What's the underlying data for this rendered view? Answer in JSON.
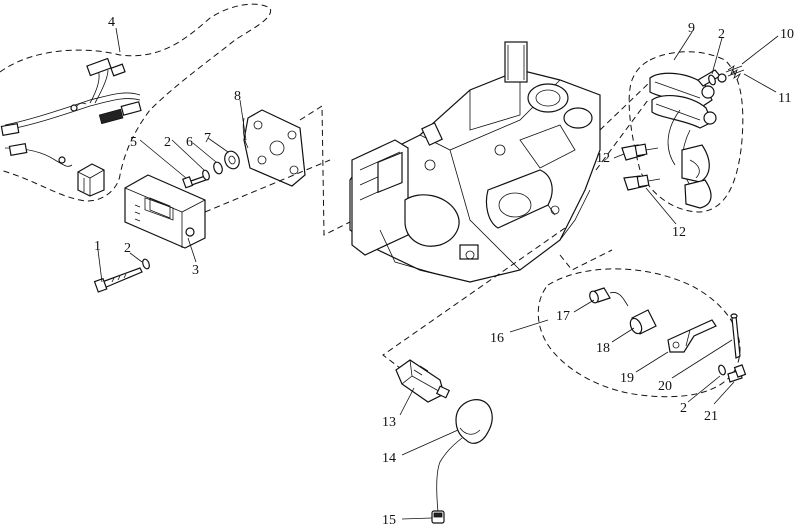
{
  "diagram": {
    "callouts": [
      {
        "id": "c1",
        "label": "1"
      },
      {
        "id": "c2a",
        "label": "2"
      },
      {
        "id": "c3",
        "label": "3"
      },
      {
        "id": "c4",
        "label": "4"
      },
      {
        "id": "c5",
        "label": "5"
      },
      {
        "id": "c2b",
        "label": "2"
      },
      {
        "id": "c6",
        "label": "6"
      },
      {
        "id": "c7",
        "label": "7"
      },
      {
        "id": "c8",
        "label": "8"
      },
      {
        "id": "c9",
        "label": "9"
      },
      {
        "id": "c2c",
        "label": "2"
      },
      {
        "id": "c10",
        "label": "10"
      },
      {
        "id": "c11",
        "label": "11"
      },
      {
        "id": "c12a",
        "label": "12"
      },
      {
        "id": "c12b",
        "label": "12"
      },
      {
        "id": "c16",
        "label": "16"
      },
      {
        "id": "c17",
        "label": "17"
      },
      {
        "id": "c18",
        "label": "18"
      },
      {
        "id": "c19",
        "label": "19"
      },
      {
        "id": "c20",
        "label": "20"
      },
      {
        "id": "c2d",
        "label": "2"
      },
      {
        "id": "c21",
        "label": "21"
      },
      {
        "id": "c13",
        "label": "13"
      },
      {
        "id": "c14",
        "label": "14"
      },
      {
        "id": "c15",
        "label": "15"
      }
    ]
  }
}
